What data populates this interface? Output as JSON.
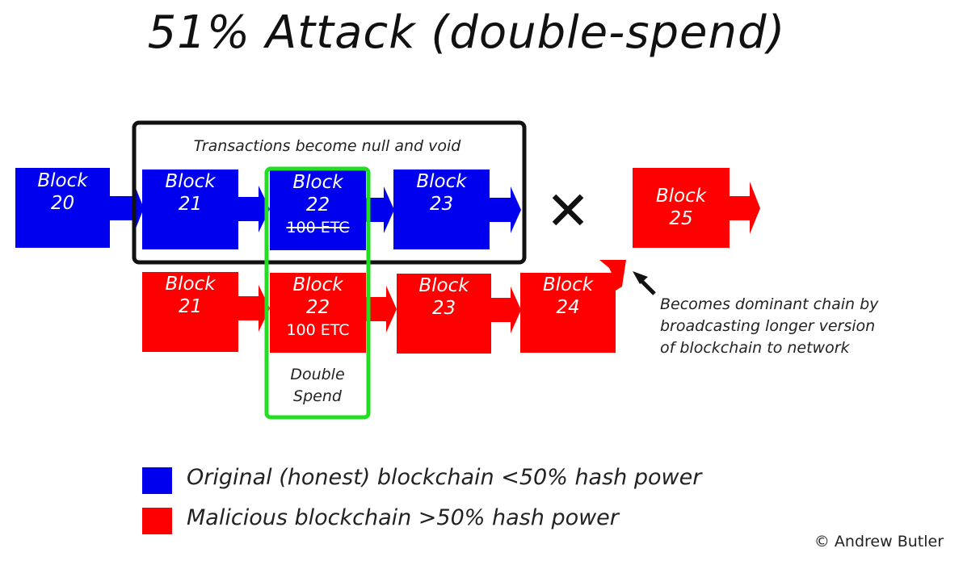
{
  "title": "51% Attack (double-spend)",
  "colors": {
    "honest": "#0000ee",
    "malicious": "#ff0000",
    "highlight": "#22dd22",
    "frame": "#111111"
  },
  "annotations": {
    "null_and_void": "Transactions become null and void",
    "double_spend_line1": "Double",
    "double_spend_line2": "Spend",
    "dominant_line1": "Becomes dominant chain by",
    "dominant_line2": "broadcasting longer version",
    "dominant_line3": "of blockchain to network",
    "x_mark": "✕"
  },
  "honest_chain": [
    {
      "label": "Block",
      "number": "20"
    },
    {
      "label": "Block",
      "number": "21"
    },
    {
      "label": "Block",
      "number": "22",
      "amount": "100 ETC"
    },
    {
      "label": "Block",
      "number": "23"
    }
  ],
  "orphan_block": {
    "label": "Block",
    "number": "25"
  },
  "malicious_chain": [
    {
      "label": "Block",
      "number": "21"
    },
    {
      "label": "Block",
      "number": "22",
      "amount": "100 ETC"
    },
    {
      "label": "Block",
      "number": "23"
    },
    {
      "label": "Block",
      "number": "24"
    }
  ],
  "legend": [
    {
      "label": "Original (honest) blockchain <50% hash power",
      "color": "#0000ee"
    },
    {
      "label": "Malicious blockchain >50% hash power",
      "color": "#ff0000"
    }
  ],
  "credit": "© Andrew Butler"
}
